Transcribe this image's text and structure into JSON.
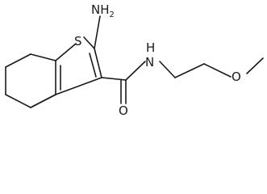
{
  "molecule": {
    "atoms": {
      "s": "S",
      "nh2_n": "NH",
      "nh2_sub": "2",
      "amide_nh": "N",
      "amide_h": "H",
      "carbonyl_o": "O",
      "ether_o": "O"
    },
    "colors": {
      "bond": "#1a1a1a",
      "text": "#1a1a1a",
      "background": "#ffffff"
    }
  }
}
